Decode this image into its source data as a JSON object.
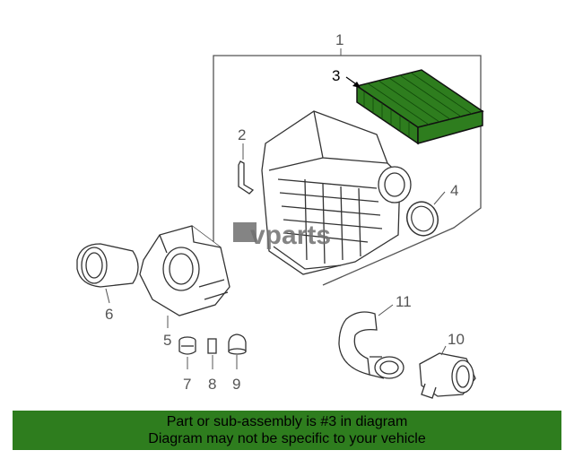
{
  "diagram": {
    "watermark": "vparts",
    "highlight_color": "#2e7d1e",
    "callouts": [
      {
        "id": "1",
        "label": "1"
      },
      {
        "id": "2",
        "label": "2"
      },
      {
        "id": "3",
        "label": "3"
      },
      {
        "id": "4",
        "label": "4"
      },
      {
        "id": "5",
        "label": "5"
      },
      {
        "id": "6",
        "label": "6"
      },
      {
        "id": "7",
        "label": "7"
      },
      {
        "id": "8",
        "label": "8"
      },
      {
        "id": "9",
        "label": "9"
      },
      {
        "id": "10",
        "label": "10"
      },
      {
        "id": "11",
        "label": "11"
      }
    ]
  },
  "footer": {
    "line1": "Part or sub-assembly is #3 in diagram",
    "line2": "Diagram may not be specific to your vehicle"
  }
}
